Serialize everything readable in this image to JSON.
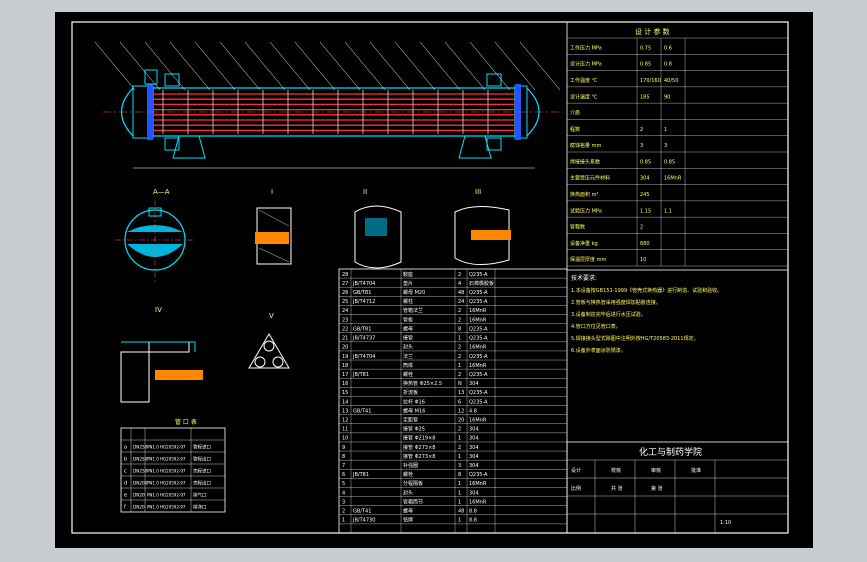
{
  "drawing": {
    "school": "化工与制药学院",
    "tech_title": "设 计 参 数",
    "tech_req_title": "技术要求:",
    "tech_req_lines": [
      "1.本设备按GB151-1999《管壳式换热器》进行制造、试验和验收。",
      "2.管板与换热管采用强度焊加贴胀连接。",
      "3.设备制造完毕后进行水压试验。",
      "4.管口方位见管口表。",
      "5.焊接接头型式除图中注明外按HG/T20583-2011规定。",
      "6.设备外表面涂防锈漆。"
    ],
    "scale": "1:10",
    "title_labels": [
      "设计",
      "校核",
      "审核",
      "批准",
      "比例",
      "共 张",
      "第 张"
    ],
    "nozzle_table_title": "管 口 表",
    "nozzle_rows": [
      {
        "code": "a",
        "size": "DN250",
        "std": "PN1.0 HG20592-97",
        "use": "管程进口"
      },
      {
        "code": "b",
        "size": "DN250",
        "std": "PN1.0 HG20592-97",
        "use": "管程出口"
      },
      {
        "code": "c",
        "size": "DN250",
        "std": "PN1.0 HG20592-97",
        "use": "壳程进口"
      },
      {
        "code": "d",
        "size": "DN200",
        "std": "PN1.0 HG20592-97",
        "use": "壳程出口"
      },
      {
        "code": "e",
        "size": "DN20",
        "std": "PN1.0 HG20592-97",
        "use": "排气口"
      },
      {
        "code": "f",
        "size": "DN20",
        "std": "PN1.0 HG20592-97",
        "use": "排净口"
      }
    ],
    "bom_rows": [
      {
        "no": "28",
        "std": "",
        "name": "鞍座",
        "qty": "2",
        "mat": "Q235-A"
      },
      {
        "no": "27",
        "std": "JB/T4704",
        "name": "垫片",
        "qty": "4",
        "mat": "石棉橡胶板"
      },
      {
        "no": "26",
        "std": "GB/T81",
        "name": "螺母 M20",
        "qty": "48",
        "mat": "Q235-A"
      },
      {
        "no": "25",
        "std": "JB/T4712",
        "name": "螺柱",
        "qty": "24",
        "mat": "Q235-A"
      },
      {
        "no": "24",
        "std": "",
        "name": "管箱法兰",
        "qty": "2",
        "mat": "16MnR"
      },
      {
        "no": "23",
        "std": "",
        "name": "管板",
        "qty": "2",
        "mat": "16MnR"
      },
      {
        "no": "22",
        "std": "GB/T81",
        "name": "螺母",
        "qty": "8",
        "mat": "Q235-A"
      },
      {
        "no": "21",
        "std": "JB/T4737",
        "name": "接管",
        "qty": "1",
        "mat": "Q235-A"
      },
      {
        "no": "20",
        "std": "",
        "name": "封头",
        "qty": "2",
        "mat": "16MnR"
      },
      {
        "no": "19",
        "std": "JB/T4704",
        "name": "法兰",
        "qty": "2",
        "mat": "Q235-A"
      },
      {
        "no": "18",
        "std": "",
        "name": "筒体",
        "qty": "1",
        "mat": "16MnR"
      },
      {
        "no": "17",
        "std": "JB/T81",
        "name": "螺栓",
        "qty": "2",
        "mat": "Q235-A"
      },
      {
        "no": "16",
        "std": "",
        "name": "换热管 Φ25×2.5",
        "qty": "N",
        "mat": "304"
      },
      {
        "no": "15",
        "std": "",
        "name": "折流板",
        "qty": "13",
        "mat": "Q235-A"
      },
      {
        "no": "14",
        "std": "",
        "name": "拉杆 Φ16",
        "qty": "6",
        "mat": "Q235-A"
      },
      {
        "no": "13",
        "std": "GB/T41",
        "name": "螺母 M16",
        "qty": "12",
        "mat": "4.8"
      },
      {
        "no": "12",
        "std": "",
        "name": "定距管",
        "qty": "20",
        "mat": "16MnR"
      },
      {
        "no": "11",
        "std": "",
        "name": "接管 Φ25",
        "qty": "2",
        "mat": "304"
      },
      {
        "no": "10",
        "std": "",
        "name": "接管 Φ219×8",
        "qty": "1",
        "mat": "304"
      },
      {
        "no": "9",
        "std": "",
        "name": "接管 Φ273×8",
        "qty": "2",
        "mat": "304"
      },
      {
        "no": "8",
        "std": "",
        "name": "接管 Φ273×8",
        "qty": "1",
        "mat": "304"
      },
      {
        "no": "7",
        "std": "",
        "name": "补强圈",
        "qty": "3",
        "mat": "304"
      },
      {
        "no": "6",
        "std": "JB/T81",
        "name": "螺栓",
        "qty": "8",
        "mat": "Q235-A"
      },
      {
        "no": "5",
        "std": "",
        "name": "分程隔板",
        "qty": "1",
        "mat": "16MnR"
      },
      {
        "no": "4",
        "std": "",
        "name": "封头",
        "qty": "1",
        "mat": "304"
      },
      {
        "no": "3",
        "std": "",
        "name": "管箱筒节",
        "qty": "1",
        "mat": "16MnR"
      },
      {
        "no": "2",
        "std": "GB/T41",
        "name": "螺母",
        "qty": "48",
        "mat": "8.8"
      },
      {
        "no": "1",
        "std": "JB/T4730",
        "name": "铭牌",
        "qty": "1",
        "mat": "8.8"
      }
    ],
    "spec_rows": [
      {
        "k": "工作压力 MPa",
        "a": "0.75",
        "b": "0.6"
      },
      {
        "k": "设计压力 MPa",
        "a": "0.85",
        "b": "0.8"
      },
      {
        "k": "工作温度 ℃",
        "a": "170/160",
        "b": "40/50"
      },
      {
        "k": "设计温度 ℃",
        "a": "185",
        "b": "90"
      },
      {
        "k": "介质",
        "a": "",
        "b": ""
      },
      {
        "k": "程数",
        "a": "2",
        "b": "1"
      },
      {
        "k": "腐蚀裕量 mm",
        "a": "3",
        "b": "3"
      },
      {
        "k": "焊接接头系数",
        "a": "0.85",
        "b": "0.85"
      },
      {
        "k": "主要受压元件材料",
        "a": "304",
        "b": "16MnR"
      },
      {
        "k": "换热面积 m²",
        "a": "245",
        "b": ""
      },
      {
        "k": "试验压力 MPa",
        "a": "1.15",
        "b": "1.1"
      },
      {
        "k": "管程数",
        "a": "2",
        "b": ""
      },
      {
        "k": "设备净重 kg",
        "a": "680",
        "b": ""
      },
      {
        "k": "保温层厚度 mm",
        "a": "10",
        "b": ""
      }
    ],
    "views": [
      {
        "label": "A—A"
      },
      {
        "label": "I"
      },
      {
        "label": "II"
      },
      {
        "label": "III"
      },
      {
        "label": "IV"
      },
      {
        "label": "V"
      }
    ]
  }
}
